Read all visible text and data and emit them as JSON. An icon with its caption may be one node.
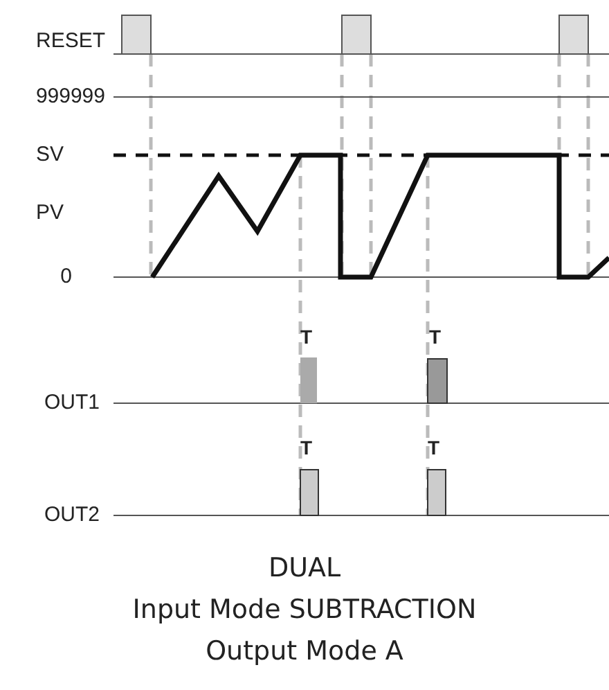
{
  "diagram": {
    "labels": [
      "RESET",
      "999999",
      "SV",
      "PV",
      "0",
      "T",
      "T",
      "OUT1",
      "T",
      "T",
      "OUT2",
      "DUAL",
      "Input Mode SUBTRACTION",
      "Output Mode A"
    ]
  }
}
